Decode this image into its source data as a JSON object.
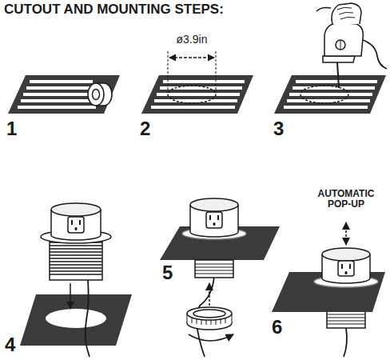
{
  "diagram": {
    "title": "CUTOUT AND MOUNTING STEPS:",
    "labels": [
      "ø3.9in",
      "1",
      "2",
      "3",
      "AUTOMATIC POP-UP",
      "4",
      "5",
      "6"
    ]
  }
}
